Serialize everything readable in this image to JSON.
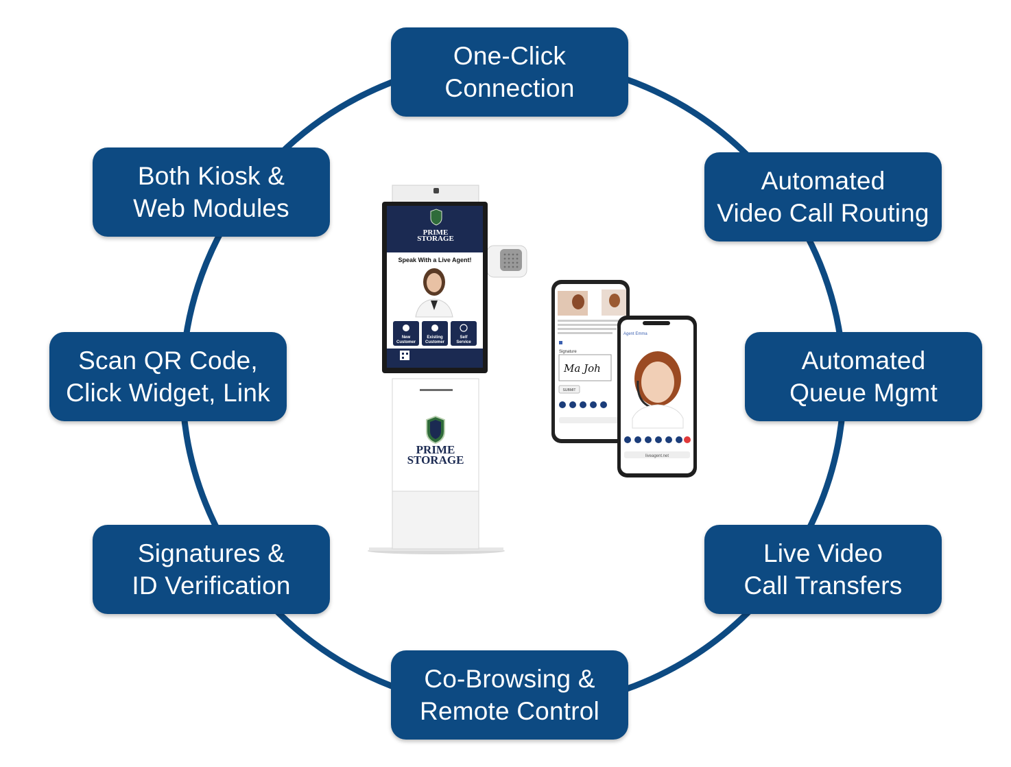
{
  "features": [
    {
      "id": "top",
      "lines": [
        "One-Click",
        "Connection"
      ]
    },
    {
      "id": "upper-left",
      "lines": [
        "Both Kiosk &",
        "Web Modules"
      ]
    },
    {
      "id": "upper-right",
      "lines": [
        "Automated",
        "Video Call Routing"
      ]
    },
    {
      "id": "mid-left",
      "lines": [
        "Scan QR Code,",
        "Click Widget, Link"
      ]
    },
    {
      "id": "mid-right",
      "lines": [
        "Automated",
        "Queue Mgmt"
      ]
    },
    {
      "id": "lower-left",
      "lines": [
        "Signatures &",
        "ID Verification"
      ]
    },
    {
      "id": "lower-right",
      "lines": [
        "Live Video",
        "Call Transfers"
      ]
    },
    {
      "id": "bottom",
      "lines": [
        "Co-Browsing &",
        "Remote Control"
      ]
    }
  ],
  "kiosk": {
    "brand_line1": "PRIME",
    "brand_line2": "STORAGE",
    "headline": "Speak With a Live Agent!",
    "buttons": [
      {
        "line1": "New",
        "line2": "Customer"
      },
      {
        "line1": "Existing",
        "line2": "Customer"
      },
      {
        "line1": "Self",
        "line2": "Service"
      }
    ],
    "cabinet_brand_line1": "PRIME",
    "cabinet_brand_line2": "STORAGE"
  },
  "phone": {
    "back_title": "Signature",
    "back_signature": "Ma Joh",
    "back_submit": "SUBMIT",
    "front_agent_label": "Agent Emma",
    "url": "liveagent.net"
  },
  "colors": {
    "ring": "#0d4a82",
    "box": "#0d4a82",
    "text": "#ffffff",
    "kiosk_screen": "#1b2a52"
  }
}
